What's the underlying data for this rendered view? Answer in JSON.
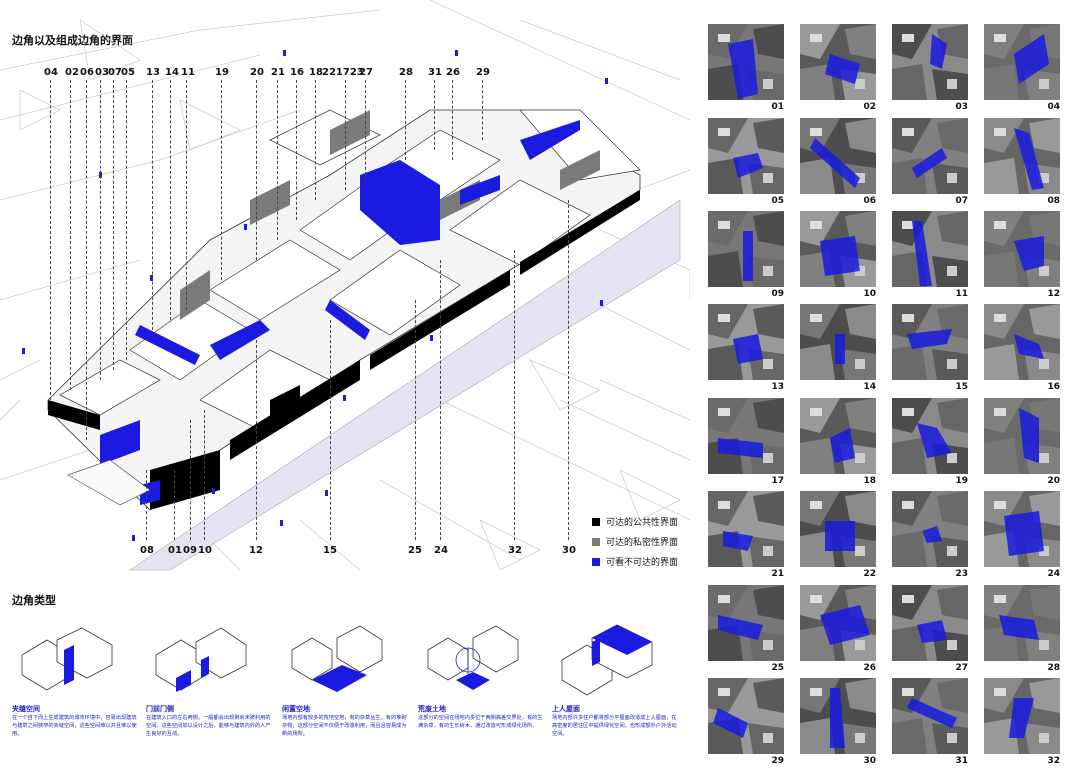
{
  "titles": {
    "main": "边角以及组成边角的界面",
    "types": "边角类型"
  },
  "top_numbers": [
    "04",
    "02",
    "06",
    "03",
    "07",
    "05",
    "13",
    "14",
    "11",
    "19",
    "20",
    "21",
    "16",
    "18",
    "221723",
    "27",
    "28",
    "31",
    "26",
    "29"
  ],
  "bottom_numbers": [
    "08",
    "01",
    "09",
    "10",
    "12",
    "15",
    "25",
    "24",
    "32",
    "30"
  ],
  "legend": [
    {
      "label": "可达的公共性界面",
      "color": "#000000"
    },
    {
      "label": "可达的私密性界面",
      "color": "#7a7a7a"
    },
    {
      "label": "可看不可达的界面",
      "color": "#1a1ae0"
    }
  ],
  "types": [
    {
      "title": "夹缝空间",
      "desc": "在一个自下而上生成建筑的城市环境中，容易出现建筑与建筑之间狭窄的夹缝空间，这些空间难以并且难以使用。"
    },
    {
      "title": "门前门侧",
      "desc": "在建筑入口的左右两侧，一般都会出现剩余未被利用的空间。这些空间加以设计之后，能够与建筑内外的人产生良好的互动。"
    },
    {
      "title": "闲置空地",
      "desc": "场地内部有较多的荒地空地，有的杂草丛生，有的堆砌杂物，这部分空间不仅便于改造利用，而且且容易成为新的场所。"
    },
    {
      "title": "荒废土地",
      "desc": "这部分的空间在场地内多位于两侧高差交界处，有的生满杂草，有的生长树木，通过改造可形成绿化场所。"
    },
    {
      "title": "上人屋面",
      "desc": "场地内部许多住户都将部分平屋面改造成上人屋面，在高密度的居住区中提供绿化空间，也形成额外户外活动空间。"
    }
  ],
  "photos": [
    "01",
    "02",
    "03",
    "04",
    "05",
    "06",
    "07",
    "08",
    "09",
    "10",
    "11",
    "12",
    "13",
    "14",
    "15",
    "16",
    "17",
    "18",
    "19",
    "20",
    "21",
    "22",
    "23",
    "24",
    "25",
    "26",
    "27",
    "28",
    "29",
    "30",
    "31",
    "32"
  ],
  "colors": {
    "accent": "#1a1ae0",
    "public": "#000000",
    "private": "#7a7a7a"
  }
}
